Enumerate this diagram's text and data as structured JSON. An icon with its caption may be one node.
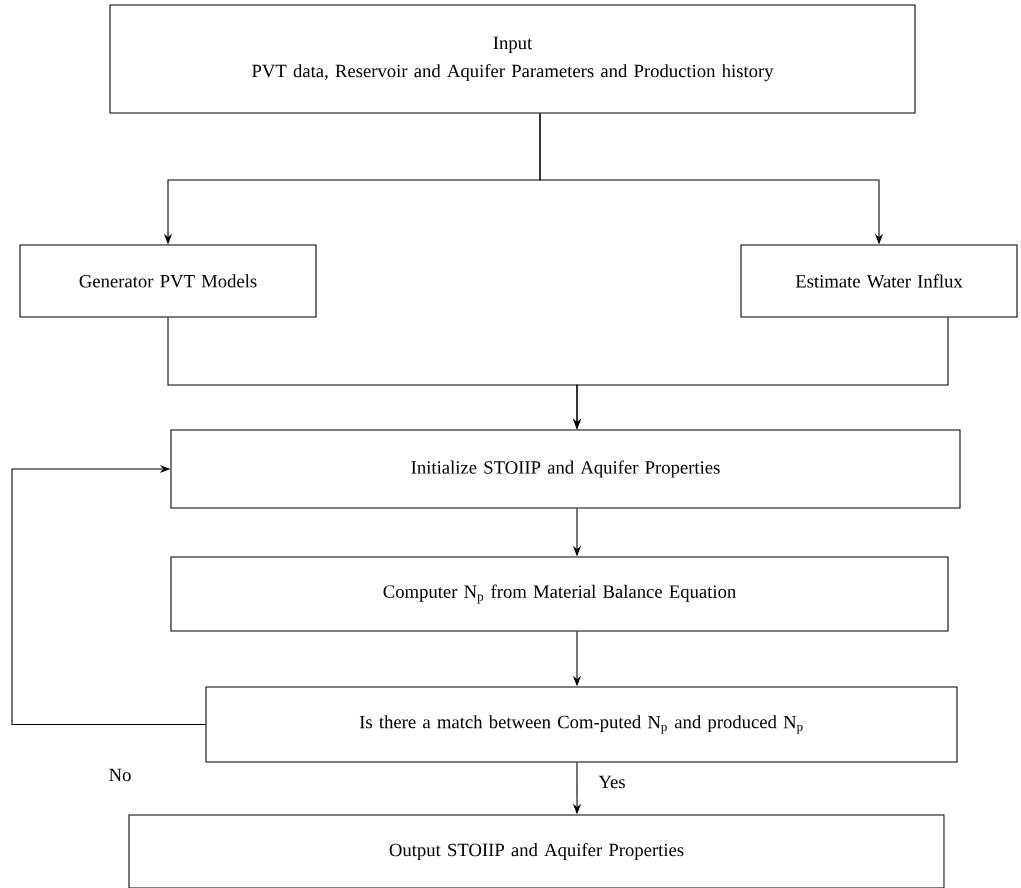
{
  "diagram": {
    "nodes": [
      {
        "text": [
          "Input",
          "PVT data, Reservoir and Aquifer Parameters and Production history"
        ]
      },
      {
        "text": [
          "Generator PVT Models"
        ]
      },
      {
        "text": [
          "Estimate Water Influx"
        ]
      },
      {
        "text": [
          "Initialize STOIIP and Aquifer Properties"
        ]
      },
      {
        "text": [
          "Computer N$_{p}$ from Material Balance Equation"
        ]
      },
      {
        "text": [
          "Is there a match between Com-puted N$_{p}$ and produced N$_{p}$"
        ]
      },
      {
        "text": [
          "Output STOIIP and Aquifer Properties"
        ]
      }
    ],
    "edges": [
      {
        "from": 0,
        "to": 1,
        "arrow": "to"
      },
      {
        "from": 0,
        "to": 2,
        "arrow": "to"
      },
      {
        "from": 1,
        "to": 3,
        "arrow": "to"
      },
      {
        "from": 2,
        "to": 3,
        "arrow": "to"
      },
      {
        "from": 3,
        "to": 4,
        "arrow": "to"
      },
      {
        "from": 4,
        "to": 5,
        "arrow": "to"
      },
      {
        "from": 5,
        "to": 3,
        "arrow": "to",
        "label": "No"
      },
      {
        "from": 5,
        "to": 6,
        "arrow": "to",
        "label": "Yes"
      }
    ]
  }
}
